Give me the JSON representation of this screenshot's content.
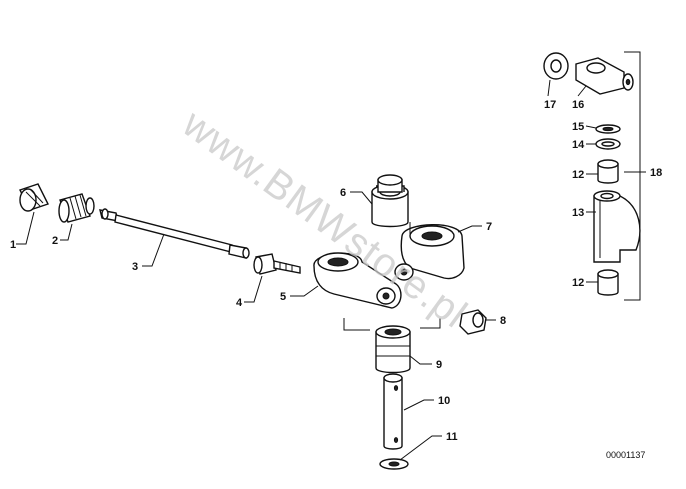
{
  "diagram": {
    "watermark": "www.BMWstore.pl",
    "drawing_number": "00001137",
    "callouts": {
      "c1": "1",
      "c2": "2",
      "c3": "3",
      "c4": "4",
      "c5": "5",
      "c6": "6",
      "c7": "7",
      "c8": "8",
      "c9": "9",
      "c10": "10",
      "c11": "11",
      "c12a": "12",
      "c12b": "12",
      "c13": "13",
      "c14": "14",
      "c15": "15",
      "c16": "16",
      "c17": "17",
      "c18": "18"
    }
  }
}
